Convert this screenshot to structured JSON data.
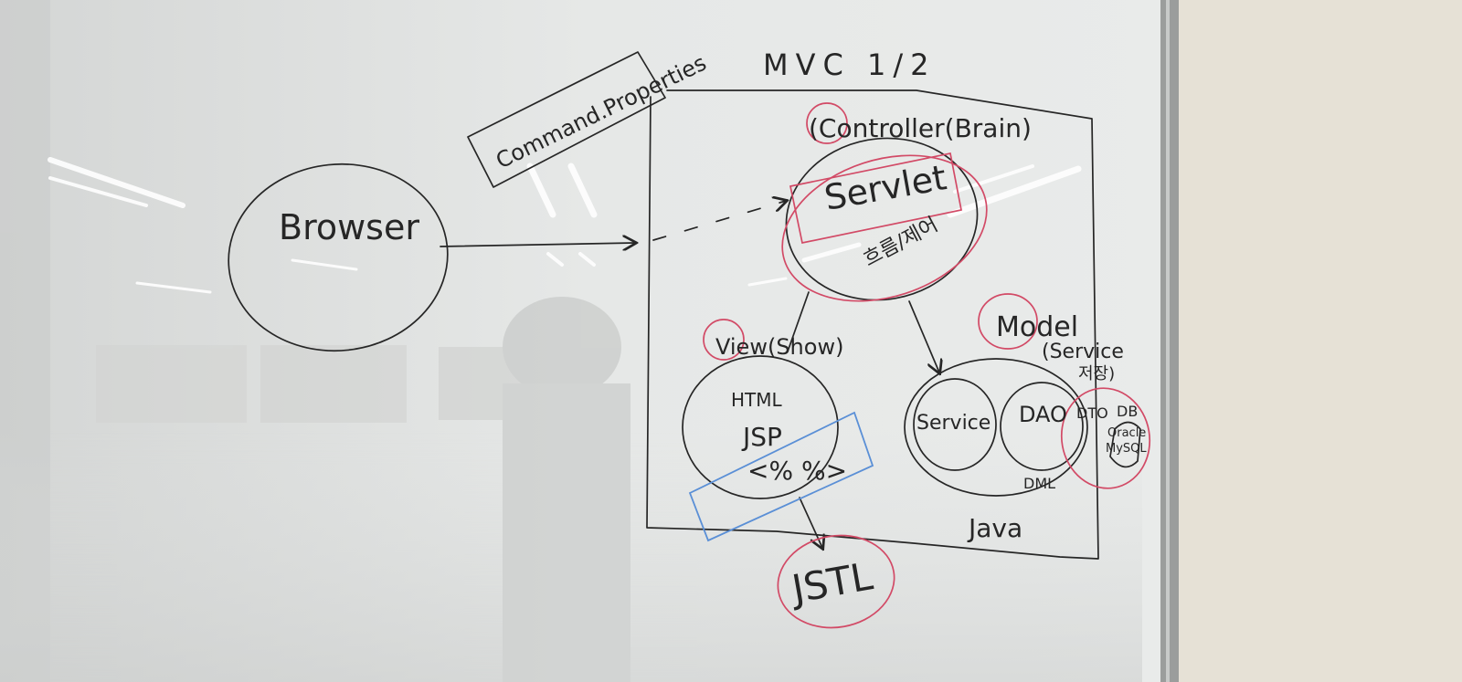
{
  "photo": {
    "subject": "whiteboard with hand-drawn MVC diagram",
    "colors": {
      "board": "#e9ebea",
      "wall": "#e6e1d6",
      "frame": "#9b9d9c",
      "ink": "#262626",
      "red_marker": "#d24a66",
      "blue_marker": "#5a8fd6"
    }
  },
  "whiteboard": {
    "title": "MVC 1/2",
    "command_box": "Command.Properties",
    "browser": "Browser",
    "controller": {
      "label": "(Controller(Brain)",
      "servlet": "Servlet",
      "note": "흐름/제어"
    },
    "view": {
      "label": "View(Show)",
      "html": "HTML",
      "jsp": "JSP",
      "tag": "<% %>"
    },
    "model": {
      "label": "Model",
      "service_note": "(Service",
      "note2": "저장)",
      "service": "Service",
      "dao": "DAO",
      "dto": "DTO",
      "db": "DB",
      "oracle": "Oracle",
      "mysql": "MySQL",
      "dml": "DML",
      "java": "Java"
    },
    "jstl": "JSTL"
  }
}
